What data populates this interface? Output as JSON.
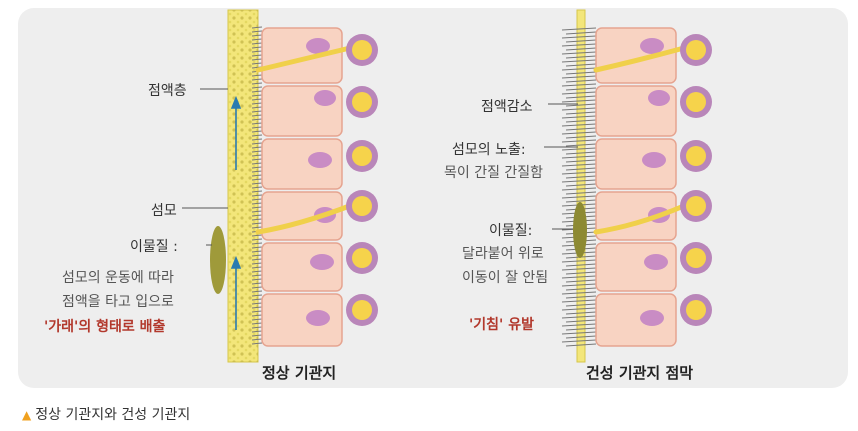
{
  "colors": {
    "background_panel": "#eeeeee",
    "cell_fill": "#f8d3c2",
    "cell_border": "#e6a490",
    "nucleus": "#c98cc4",
    "mucus": "#f3e67a",
    "mucus_edge": "#d6c74a",
    "gland_ring": "#b986b9",
    "gland_core": "#f6d34b",
    "accent_red": "#b2382c",
    "caption_triangle": "#f0a11f",
    "arrow": "#2b7bb0"
  },
  "left": {
    "labels": {
      "mucus_layer": "점액층",
      "cilia": "섬모",
      "foreign_title": "이물질 :",
      "foreign_desc_1": "섬모의 운동에 따라",
      "foreign_desc_2": "점액을 타고 입으로",
      "foreign_desc_3_red": "'가래'",
      "foreign_desc_3_rest": "의 형태로 배출"
    },
    "title": "정상 기관지"
  },
  "right": {
    "labels": {
      "mucus_reduced": "점액감소",
      "cilia_exposed_title": "섬모의 노출:",
      "cilia_exposed_desc": "목이 간질 간질함",
      "foreign_title": "이물질:",
      "foreign_desc_1": "달라붙어 위로",
      "foreign_desc_2": "이동이 잘 안됨",
      "cough_red": "'기침'",
      "cough_rest": " 유발"
    },
    "title": "건성 기관지 점막"
  },
  "caption": {
    "icon": "triangle-up-icon",
    "text": "정상 기관지와 건성 기관지"
  }
}
